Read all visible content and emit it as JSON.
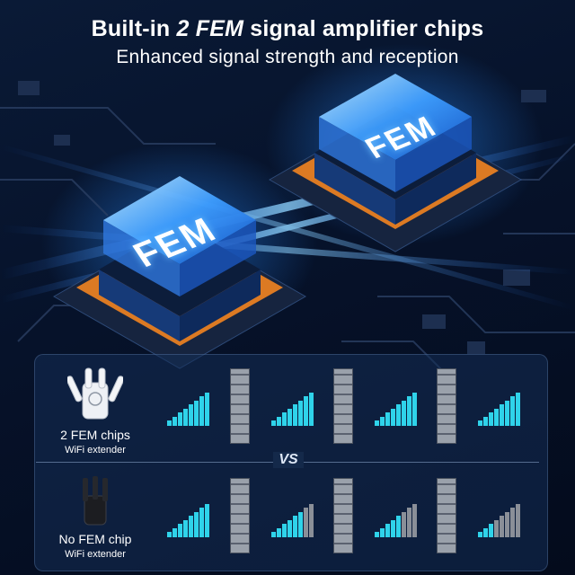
{
  "header": {
    "line1_pre": "Built-in ",
    "line1_em": "2 FEM",
    "line1_post": " signal amplifier chips",
    "line2": "Enhanced signal strength and reception"
  },
  "chips": [
    {
      "label": "FEM"
    },
    {
      "label": "FEM"
    }
  ],
  "comparison": {
    "vs_label": "VS",
    "rows": [
      {
        "title": "2 FEM chips",
        "subtitle": "WiFi extender",
        "device_icon": "wifi-extender-white-icon",
        "signal_levels": [
          1.0,
          1.0,
          1.0,
          1.0
        ],
        "bar_color": "#2fd3ea"
      },
      {
        "title": "No FEM chip",
        "subtitle": "WiFi extender",
        "device_icon": "wifi-extender-black-icon",
        "signal_levels": [
          1.0,
          0.8,
          0.6,
          0.4
        ],
        "bar_color": "#2fd3ea",
        "weak_color": "#8a8f98"
      }
    ]
  },
  "colors": {
    "glow_blue": "#3aa0ff",
    "chip_orange": "#ff8a1f",
    "wall_gray": "#9aa1ab"
  }
}
